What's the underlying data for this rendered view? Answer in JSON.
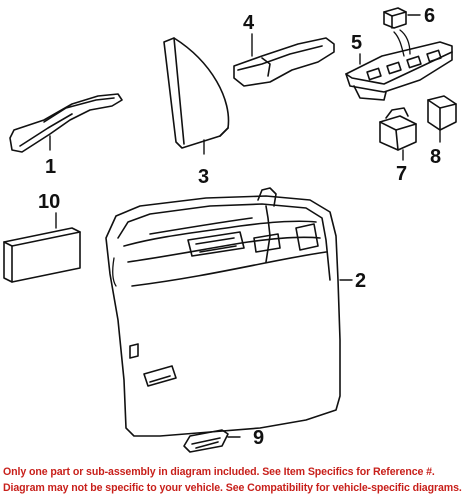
{
  "callouts": {
    "c1": "1",
    "c2": "2",
    "c3": "3",
    "c4": "4",
    "c5": "5",
    "c6": "6",
    "c7": "7",
    "c8": "8",
    "c9": "9",
    "c10": "10"
  },
  "disclaimer": {
    "line1": "Only one part or sub-assembly in diagram included. See Item Specifics for Reference #.",
    "line2": "Diagram may not be specific to your vehicle. See Compatibility for vehicle-specific diagrams."
  },
  "colors": {
    "disclaimer_text": "#c8201b",
    "linework": "#111111",
    "background": "#ffffff"
  }
}
